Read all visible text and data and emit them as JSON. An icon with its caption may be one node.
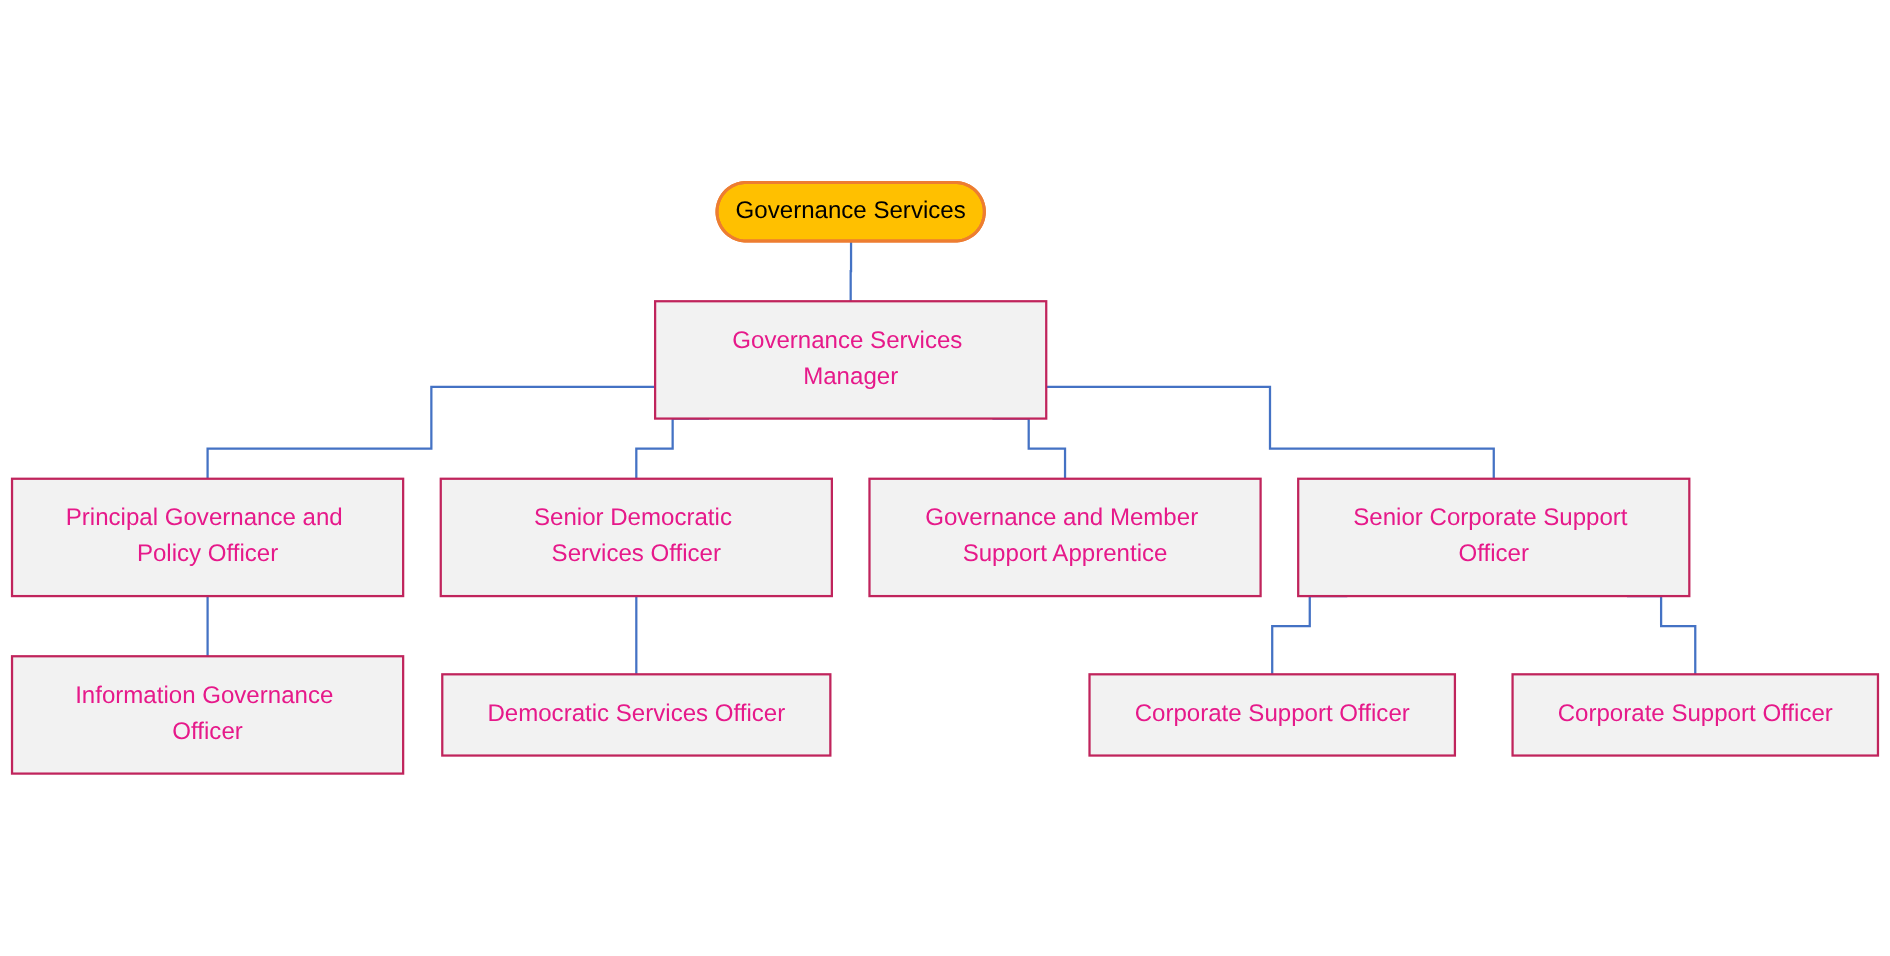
{
  "diagram": {
    "nodes": [
      {
        "text": [
          "Governance Services"
        ]
      },
      {
        "text": [
          "Governance Services Manager"
        ]
      },
      {
        "text": [
          "Principal Governance and Policy Officer"
        ]
      },
      {
        "text": [
          "Senior Democratic Services Officer"
        ]
      },
      {
        "text": [
          "Governance and Member Support Apprentice"
        ]
      },
      {
        "text": [
          "Senior Corporate Support Officer"
        ]
      },
      {
        "text": [
          "Information Governance Officer"
        ]
      },
      {
        "text": [
          "Democratic Services Officer"
        ]
      },
      {
        "text": [
          "Corporate Support Officer"
        ]
      },
      {
        "text": [
          "Corporate Support Officer"
        ]
      }
    ],
    "edges": [
      {
        "from": 0,
        "to": 1,
        "arrow": "none"
      },
      {
        "from": 1,
        "to": 2,
        "arrow": "none"
      },
      {
        "from": 1,
        "to": 3,
        "arrow": "none"
      },
      {
        "from": 1,
        "to": 4,
        "arrow": "none"
      },
      {
        "from": 1,
        "to": 5,
        "arrow": "none"
      },
      {
        "from": 2,
        "to": 6,
        "arrow": "none"
      },
      {
        "from": 3,
        "to": 7,
        "arrow": "none"
      },
      {
        "from": 5,
        "to": 8,
        "arrow": "none"
      },
      {
        "from": 5,
        "to": 9,
        "arrow": "none"
      }
    ]
  }
}
